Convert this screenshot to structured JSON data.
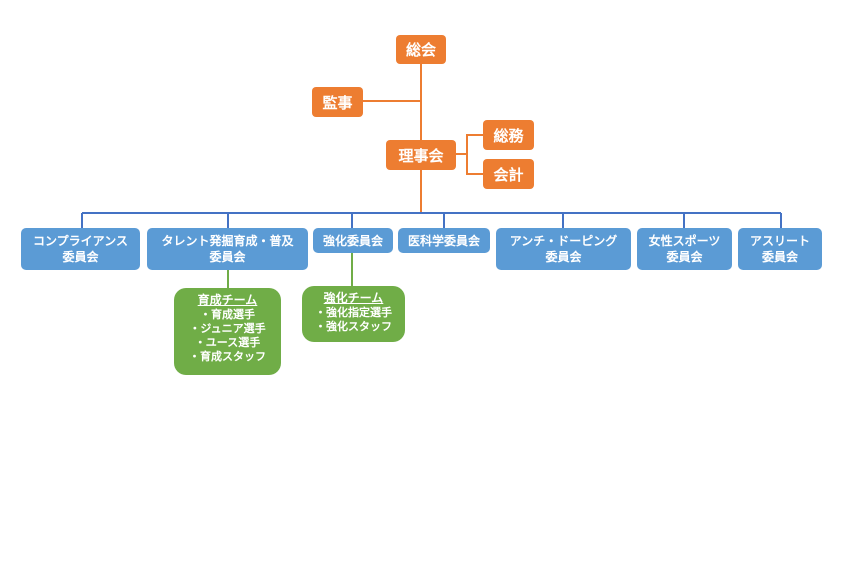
{
  "top": {
    "general_assembly": "総会",
    "auditor": "監事",
    "board": "理事会",
    "general_affairs": "総務",
    "accounting": "会計"
  },
  "committees": [
    {
      "l1": "コンプライアンス",
      "l2": "委員会"
    },
    {
      "l1": "タレント発掘育成・普及",
      "l2": "委員会"
    },
    {
      "l1": "強化委員会",
      "l2": ""
    },
    {
      "l1": "医科学委員会",
      "l2": ""
    },
    {
      "l1": "アンチ・ドーピング",
      "l2": "委員会"
    },
    {
      "l1": "女性スポーツ",
      "l2": "委員会"
    },
    {
      "l1": "アスリート",
      "l2": "委員会"
    }
  ],
  "teams": {
    "ikusei": {
      "title": "育成チーム",
      "items": [
        "・育成選手",
        "・ジュニア選手",
        "・ユース選手",
        "・育成スタッフ"
      ]
    },
    "kyouka": {
      "title": "強化チーム",
      "items": [
        "・強化指定選手",
        "・強化スタッフ"
      ]
    }
  },
  "colors": {
    "orange": "#ed7d31",
    "blue": "#5b9bd5",
    "green": "#70ad47"
  }
}
